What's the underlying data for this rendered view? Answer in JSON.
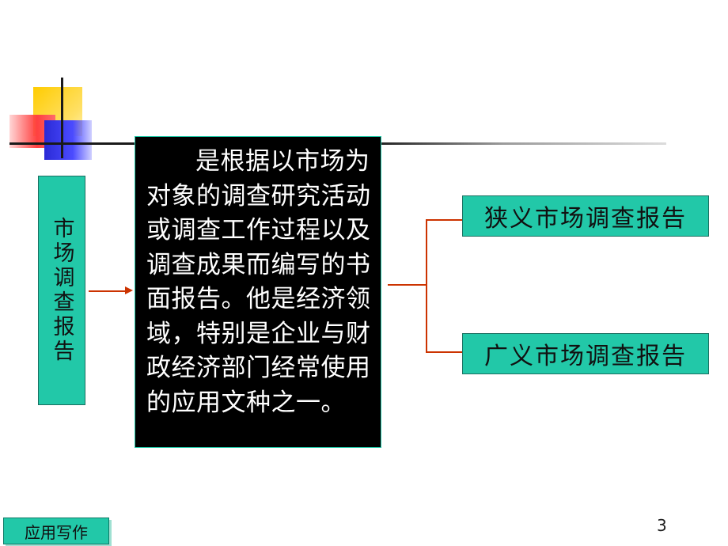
{
  "slide": {
    "title_vertical": "市场调查报告",
    "definition": "是根据以市场为对象的调查研究活动或调查工作过程以及调查成果而编写的书面报告。他是经济领域，特别是企业与财政经济部门经常使用的应用文种之一。",
    "categories": [
      {
        "label": "狭义市场调查报告"
      },
      {
        "label": "广义市场调查报告"
      }
    ]
  },
  "footer": {
    "tag": "应用写作",
    "page_number": "3"
  },
  "colors": {
    "accent": "#22c8a8",
    "connector": "#cc3300",
    "definition_bg": "#000000"
  }
}
